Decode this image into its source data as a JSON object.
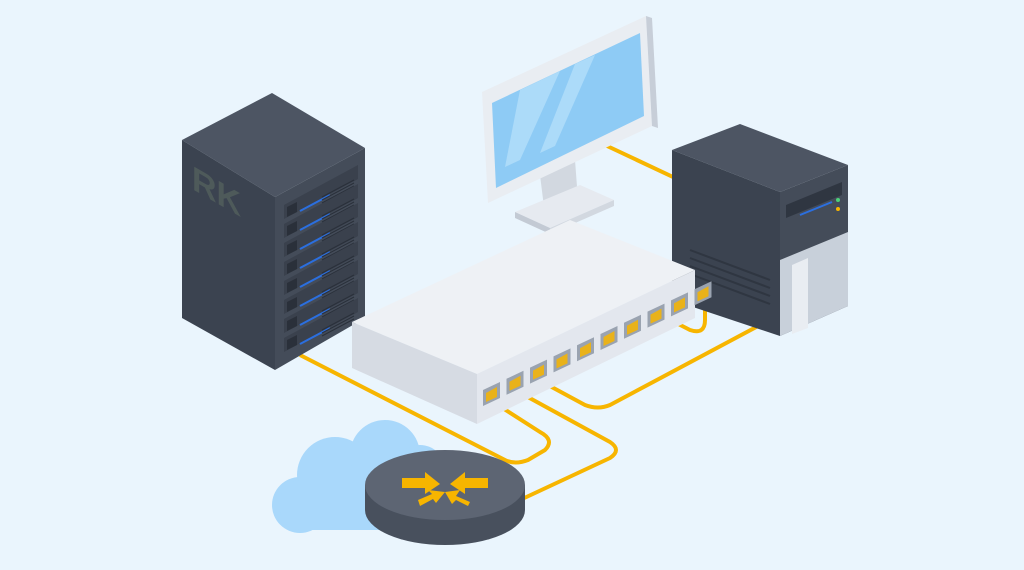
{
  "illustration": {
    "logo_text": "RK",
    "colors": {
      "background": "#eaf5fd",
      "cable": "#f7b500",
      "device_dark": "#434b58",
      "switch_body": "#e3e7ee",
      "screen": "#8ecbf5",
      "cloud": "#a9d8fb",
      "led_blue": "#2b6fe0"
    },
    "devices": [
      "server-rack",
      "monitor",
      "network-switch",
      "tower-pc",
      "router",
      "cloud"
    ],
    "switch_port_count": 10,
    "rack_slot_count": 8
  }
}
